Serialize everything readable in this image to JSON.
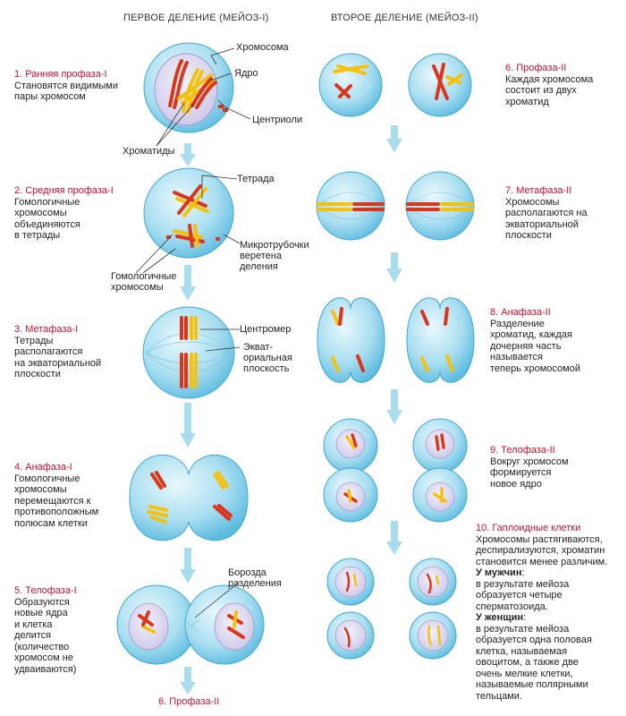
{
  "headers": {
    "first": "ПЕРВОЕ ДЕЛЕНИЕ (МЕЙОЗ-I)",
    "second": "ВТОРОЕ ДЕЛЕНИЕ (МЕЙОЗ-II)"
  },
  "stages": {
    "s1": {
      "title": "1. Ранняя профаза-I",
      "lines": [
        "Становятся видимыми",
        "пары хромосом"
      ]
    },
    "s2": {
      "title": "2. Средняя профаза-I",
      "lines": [
        "Гомологичные",
        "хромосомы",
        "объединяются",
        "в тетрады"
      ]
    },
    "s3": {
      "title": "3. Метафаза-I",
      "lines": [
        "Тетрады",
        "располагаются",
        "на экваториальной",
        "плоскости"
      ]
    },
    "s4": {
      "title": "4. Анафаза-I",
      "lines": [
        "Гомологичные",
        "хромосомы",
        "перемещаются к",
        "противоположным",
        "полюсам клетки"
      ]
    },
    "s5": {
      "title": "5. Телофаза-I",
      "lines": [
        "Образуются",
        "новые ядра",
        "и клетка",
        "делится",
        "(количество",
        "хромосом не",
        "удваиваются)"
      ]
    },
    "s6bottom": {
      "title": "6. Профаза-II"
    },
    "s6": {
      "title": "6. Профаза-II",
      "lines": [
        "Каждая хромосома",
        "состоит из двух",
        "хроматид"
      ]
    },
    "s7": {
      "title": "7. Метафаза-II",
      "lines": [
        "Хромосомы",
        "располагаются на",
        "экваториальной",
        "плоскости"
      ]
    },
    "s8": {
      "title": "8. Анафаза-II",
      "lines": [
        "Разделение",
        "хроматид, каждая",
        "дочерняя часть",
        "называется",
        "теперь хромосомой"
      ]
    },
    "s9": {
      "title": "9. Телофаза-II",
      "lines": [
        "Вокруг хромосом",
        "формируется",
        "новое ядро"
      ]
    },
    "s10": {
      "title": "10. Гаплоидные клетки",
      "lines": [
        "Хромосомы растягиваются,",
        "деспирализуются, хроматин",
        "становится менее различим."
      ],
      "men_label": "У мужчин",
      "men_lines": [
        "в результате мейоза",
        "образуется четыре",
        "сперматозоида."
      ],
      "women_label": "У женщин",
      "women_lines": [
        "в результате мейоза",
        "образуется одна половая",
        "клетка, называемая",
        "овоцитом, а также две",
        "очень мелкие клетки,",
        "называемые полярными",
        "тельцами."
      ]
    }
  },
  "labels": {
    "chromosome": "Хромосома",
    "nucleus": "Ядро",
    "centrioles": "Центриоли",
    "chromatids": "Хроматиды",
    "tetrad": "Тетрада",
    "microtubules": [
      "Микротрубочки",
      "веретена",
      "деления"
    ],
    "homologous": [
      "Гомологичные",
      "хромосомы"
    ],
    "centromere": "Центромер",
    "equatorial": [
      "Экват-",
      "ориальная",
      "плоскость"
    ],
    "furrow": [
      "Борозда",
      "разделения"
    ]
  },
  "colors": {
    "stage_title": "#c8102e",
    "cell_fill": "#a9def0",
    "cell_edge": "#3fa9cf",
    "nucleus_fill": "#dcd8f0",
    "chrom_red": "#d9361c",
    "chrom_yellow": "#f4c20d",
    "arrow": "#9fd8ec"
  }
}
